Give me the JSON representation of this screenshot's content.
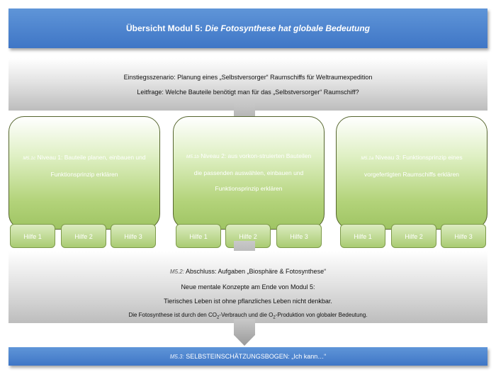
{
  "title": {
    "prefix": "Übersicht Modul 5:",
    "emphasis": "Die Fotosynthese hat globale Bedeutung"
  },
  "intro": {
    "scenario": "Einstiegsszenario: Planung eines „Selbstversorger“ Raumschiffs für Weltraumexpedition",
    "question": "Leitfrage: Welche Bauteile benötigt man für das „Selbstversorger“ Raumschiff?"
  },
  "levels": [
    {
      "tag": "M5.1c",
      "text": "Niveau 1: Bauteile planen, einbauen und Funktionsprinzip erklären",
      "help": [
        "Hilfe 1",
        "Hilfe 2",
        "Hilfe 3"
      ]
    },
    {
      "tag": "M5.1b",
      "text": "Niveau 2: aus vorkon-struierten Bauteilen die passenden auswählen, einbauen und Funktionsprinzip erklären",
      "help": [
        "Hilfe 1",
        "Hilfe 2",
        "Hilfe 3"
      ]
    },
    {
      "tag": "M5.1a",
      "text": "Niveau 3: Funktionsprinzip eines vorgefertigten Raumschiffs erklären",
      "help": [
        "Hilfe 1",
        "Hilfe 2",
        "Hilfe 3"
      ]
    }
  ],
  "conclusion": {
    "tag": "M5.2:",
    "title": "Abschluss: Aufgaben „Biosphäre & Fotosynthese“",
    "concepts": "Neue mentale Konzepte am Ende von Modul 5:",
    "line1": "Tierisches Leben ist ohne pflanzliches Leben nicht denkbar.",
    "line2_a": "Die Fotosynthese ist durch den CO",
    "line2_sub1": "2",
    "line2_b": "-Verbrauch und die O",
    "line2_sub2": "2",
    "line2_c": "-Produktion von globaler Bedeutung."
  },
  "footer": {
    "tag": "M5.3:",
    "text": "SELBSTEINSCHÄTZUNGSBOGEN: „Ich kann…“"
  }
}
